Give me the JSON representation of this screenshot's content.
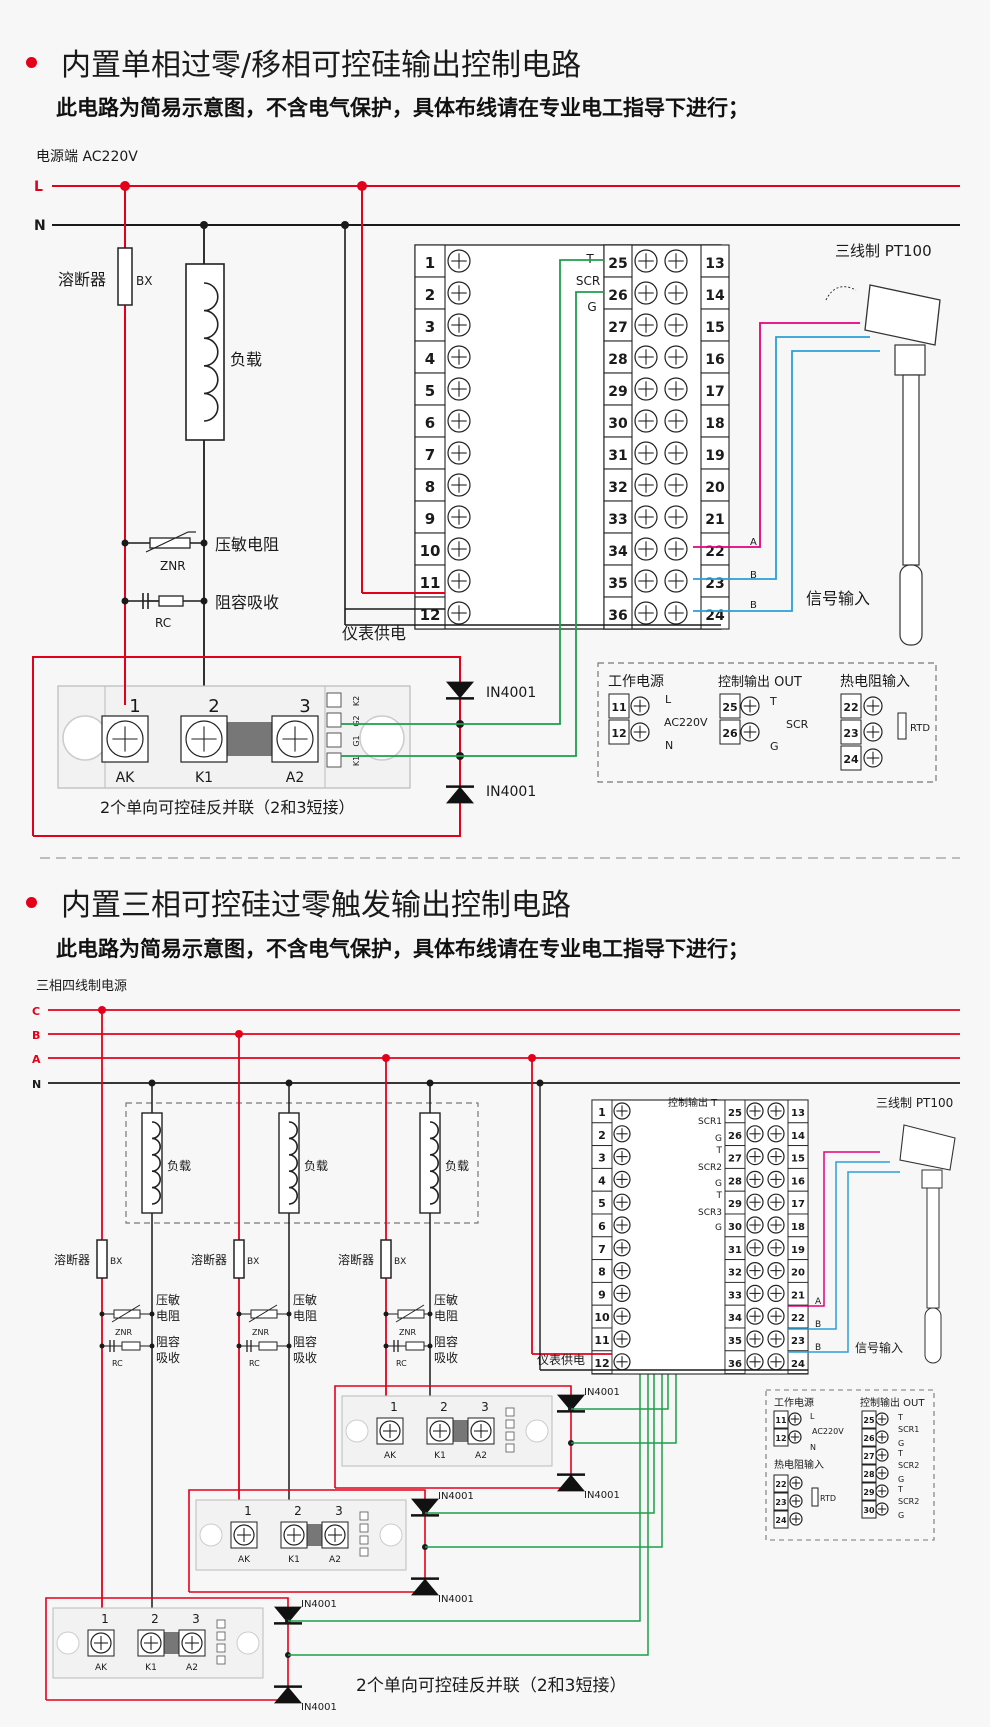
{
  "colors": {
    "live": "#e3001b",
    "wire": "#1a1a1a",
    "green": "#1e9e4c",
    "magenta": "#e4007f",
    "blue": "#2a9fd8",
    "bullet": "#e3001b"
  },
  "section1": {
    "title": "内置单相过零/移相可控硅输出控制电路",
    "note": "此电路为简易示意图，不含电气保护，具体布线请在专业电工指导下进行；",
    "power_label": "电源端  AC220V",
    "line_L": "L",
    "line_N": "N",
    "fuse_label": "溶断器",
    "fuse_code": "BX",
    "load_label": "负载",
    "varistor_label": "压敏电阻",
    "varistor_code": "ZNR",
    "rc_label": "阻容吸收",
    "rc_code": "RC",
    "instrument_supply": "仪表供电",
    "diode_top": "IN4001",
    "diode_bottom": "IN4001",
    "thyristor_nums": [
      "1",
      "2",
      "3"
    ],
    "thyristor_terms": [
      "AK",
      "K1",
      "A2"
    ],
    "thyristor_pins": [
      "K2",
      "G2",
      "G1",
      "K1"
    ],
    "thyristor_caption": "2个单向可控硅反并联（2和3短接）",
    "left_terminals": [
      "1",
      "2",
      "3",
      "4",
      "5",
      "6",
      "7",
      "8",
      "9",
      "10",
      "11",
      "12"
    ],
    "mid_terminals": [
      "25",
      "26",
      "27",
      "28",
      "29",
      "30",
      "31",
      "32",
      "33",
      "34",
      "35",
      "36"
    ],
    "right_terminals": [
      "13",
      "14",
      "15",
      "16",
      "17",
      "18",
      "19",
      "20",
      "21",
      "22",
      "23",
      "24"
    ],
    "scr_labels": [
      "T",
      "SCR",
      "G"
    ],
    "rtd_labels": [
      "A",
      "B",
      "B"
    ],
    "pt100_label": "三线制  PT100",
    "signal_input": "信号输入",
    "legend": {
      "power_title": "工作电源",
      "power_terms": [
        "11",
        "12"
      ],
      "power_L": "L",
      "power_N": "N",
      "power_v": "AC220V",
      "out_title": "控制输出 OUT",
      "out_terms": [
        "25",
        "26"
      ],
      "out_T": "T",
      "out_scr": "SCR",
      "out_G": "G",
      "rtd_title": "热电阻输入",
      "rtd_terms": [
        "22",
        "23",
        "24"
      ],
      "rtd_code": "RTD"
    }
  },
  "section2": {
    "title": "内置三相可控硅过零触发输出控制电路",
    "note": "此电路为简易示意图，不含电气保护，具体布线请在专业电工指导下进行；",
    "power_label": "三相四线制电源",
    "lines": [
      "C",
      "B",
      "A",
      "N"
    ],
    "fuse_label": "溶断器",
    "fuse_code": "BX",
    "load_label": "负载",
    "varistor_label_1": "压敏",
    "varistor_label_2": "电阻",
    "varistor_code": "ZNR",
    "rc_label_1": "阻容",
    "rc_label_2": "吸收",
    "rc_code": "RC",
    "instrument_supply": "仪表供电",
    "diode": "IN4001",
    "thyristor_nums": [
      "1",
      "2",
      "3"
    ],
    "thyristor_terms": [
      "AK",
      "K1",
      "A2"
    ],
    "thyristor_caption": "2个单向可控硅反并联（2和3短接）",
    "left_terminals": [
      "1",
      "2",
      "3",
      "4",
      "5",
      "6",
      "7",
      "8",
      "9",
      "10",
      "11",
      "12"
    ],
    "mid_terminals": [
      "25",
      "26",
      "27",
      "28",
      "29",
      "30",
      "31",
      "32",
      "33",
      "34",
      "35",
      "36"
    ],
    "right_terminals": [
      "13",
      "14",
      "15",
      "16",
      "17",
      "18",
      "19",
      "20",
      "21",
      "22",
      "23",
      "24"
    ],
    "out_header": "控制输出 T",
    "scr_labels": [
      "SCR1",
      "G",
      "T",
      "SCR2",
      "G",
      "T",
      "SCR3",
      "G"
    ],
    "rtd_labels": [
      "A",
      "B",
      "B"
    ],
    "pt100_label": "三线制  PT100",
    "signal_input": "信号输入",
    "legend": {
      "power_title": "工作电源",
      "power_terms": [
        "11",
        "12"
      ],
      "power_L": "L",
      "power_N": "N",
      "power_v": "AC220V",
      "out_title": "控制输出 OUT",
      "out_terms": [
        "25",
        "26",
        "27",
        "28",
        "29",
        "30"
      ],
      "out_labels": [
        "T",
        "SCR1",
        "G",
        "T",
        "SCR2",
        "G",
        "T",
        "SCR2",
        "G"
      ],
      "rtd_title": "热电阻输入",
      "rtd_terms": [
        "22",
        "23",
        "24"
      ],
      "rtd_code": "RTD"
    }
  }
}
